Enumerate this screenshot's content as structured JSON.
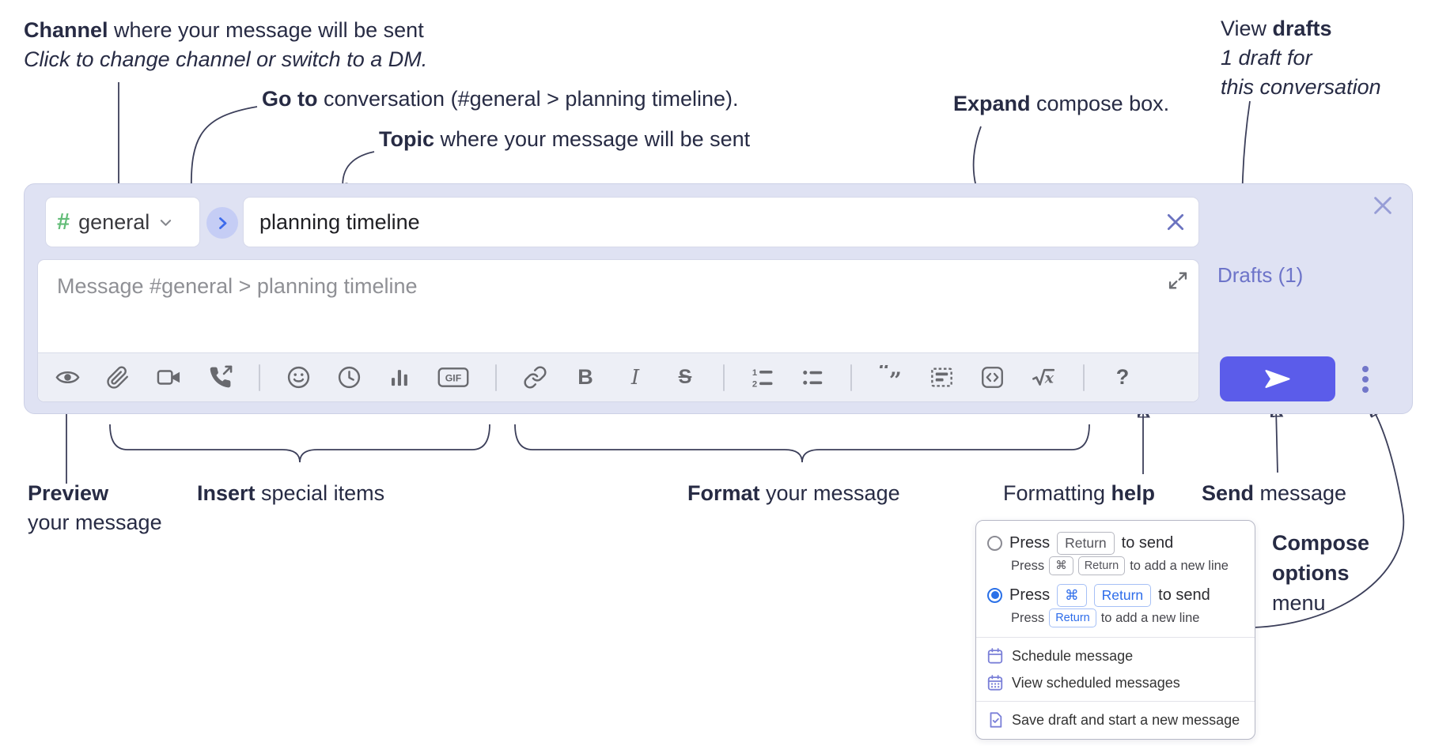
{
  "colors": {
    "compose_background": "#dfe2f3",
    "send_button": "#5b5cea",
    "channel_hash_green": "#63bd78",
    "drafts_link": "#6d74c9",
    "popup_accent_blue": "#2d6cea",
    "popup_icon_purple": "#7b80d8",
    "annotation_text": "#272b44",
    "toolbar_icon_gray": "#68696e"
  },
  "annotations": {
    "channel": {
      "bold": "Channel",
      "rest": " where your message will be sent",
      "line2": "Click to change channel or switch to a DM."
    },
    "goto": {
      "bold": "Go to",
      "rest": " conversation (#general > planning timeline)."
    },
    "topic": {
      "bold": "Topic",
      "rest": " where your message will be sent"
    },
    "expand": {
      "bold": "Expand",
      "rest": " compose box."
    },
    "view_drafts": {
      "pre": "View ",
      "bold": "drafts",
      "line2": "1 draft for",
      "line3": "this conversation"
    },
    "preview": {
      "bold": "Preview",
      "line2": "your message"
    },
    "insert": {
      "bold": "Insert",
      "rest": " special items"
    },
    "format": {
      "bold": "Format",
      "rest": " your message"
    },
    "formatting_help": {
      "pre": "Formatting ",
      "bold": "help"
    },
    "send": {
      "bold": "Send",
      "rest": " message"
    },
    "compose_options": {
      "line1": "Compose",
      "line2": "options",
      "line3": "menu"
    }
  },
  "compose": {
    "channel_hash": "#",
    "channel_name": "general",
    "topic_value": "planning timeline",
    "message_placeholder": "Message #general > planning timeline",
    "drafts_link": "Drafts (1)"
  },
  "toolbar": {
    "icon_names": [
      "preview-eye",
      "attach-file",
      "video-call",
      "voice-call",
      "emoji",
      "time",
      "poll",
      "gif",
      "link",
      "bold",
      "italic",
      "strikethrough",
      "numbered-list",
      "bulleted-list",
      "quote",
      "spoiler",
      "code",
      "math",
      "help"
    ],
    "gif_label": "GIF",
    "bold_label": "B",
    "italic_label": "I",
    "strike_label": "S",
    "math_x": "x",
    "numlist_1": "1",
    "numlist_2": "2",
    "quote_open": "“",
    "quote_close": "”",
    "help_label": "?"
  },
  "popup": {
    "option_return": {
      "press": "Press",
      "key_return": "Return",
      "to_send": "to send",
      "sub_press": "Press",
      "sub_key_cmd": "⌘",
      "sub_key_return": "Return",
      "sub_rest": "to add a new line"
    },
    "option_cmd_return": {
      "press": "Press",
      "key_cmd": "⌘",
      "key_return": "Return",
      "to_send": "to send",
      "sub_press": "Press",
      "sub_key_return": "Return",
      "sub_rest": "to add a new line"
    },
    "menu_items": [
      {
        "icon": "calendar-icon",
        "label": "Schedule message"
      },
      {
        "icon": "calendar-grid-icon",
        "label": "View scheduled messages"
      },
      {
        "icon": "save-draft-icon",
        "label": "Save draft and start a new message"
      }
    ]
  }
}
